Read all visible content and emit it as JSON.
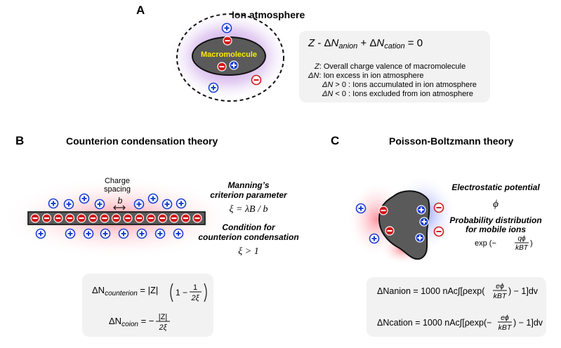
{
  "panelA": {
    "letter": "A",
    "title": "Ion atmosphere",
    "macromolecule_label": "Macromolecule",
    "equation": {
      "p1": "Z",
      "p2": " - Δ",
      "p3": "N",
      "p4": "anion",
      "p5": " + Δ",
      "p6": "N",
      "p7": "cation",
      "p8": " = 0"
    },
    "def_z_sym": "Z",
    "def_z_text": ": Overall charge valence of macromolecule",
    "def_dn_sym": "ΔN",
    "def_dn_text": ": Ion excess in ion atmosphere",
    "def_pos_sym": "ΔN",
    "def_pos_text": " > 0 : Ions accumulated in ion atmosphere",
    "def_neg_sym": "ΔN",
    "def_neg_text": " < 0 : Ions excluded from ion atmosphere"
  },
  "panelB": {
    "letter": "B",
    "title": "Counterion condensation theory",
    "charge_spacing_l1": "Charge",
    "charge_spacing_l2": "spacing",
    "b_label": "b",
    "manning_l1": "Manning’s",
    "manning_l2": "criterion parameter",
    "xi_eq": "ξ = λB / b",
    "condition_l1": "Condition for",
    "condition_l2": "counterion condensation",
    "xi_gt": "ξ > 1",
    "eq_counterion_lhs": "ΔNcounterion = |Z|",
    "eq_coion_lhs": "ΔNcoion = −",
    "frac_one": "1",
    "frac_two_xi": "2ξ",
    "abs_z": "|Z|",
    "one_minus": "1 −"
  },
  "panelC": {
    "letter": "C",
    "title": "Poisson-Boltzmann theory",
    "electrostatic_label": "Electrostatic potential",
    "phi": "ϕ",
    "prob_l1": "Probability distribution",
    "prob_l2": "for mobile ions",
    "exp_prefix": "exp (−",
    "exp_num": "qϕ",
    "exp_den": "kBT",
    "exp_suffix": ")",
    "eq_anion_lhs": "ΔNanion = 1000 nAc∫[ρexp(",
    "eq_anion_mid": "",
    "eq_cation_lhs": "ΔNcation = 1000 nAc∫[ρexp(−",
    "frac_num": "eϕ",
    "frac_den": "kBT",
    "eq_tail": ") − 1]dv"
  },
  "colors": {
    "cation": "#1a3fd1",
    "anion": "#d01919",
    "macromolecule_fill": "#5a5a5a",
    "macromolecule_text": "#ffeb00",
    "box_bg": "#f2f2f2"
  }
}
